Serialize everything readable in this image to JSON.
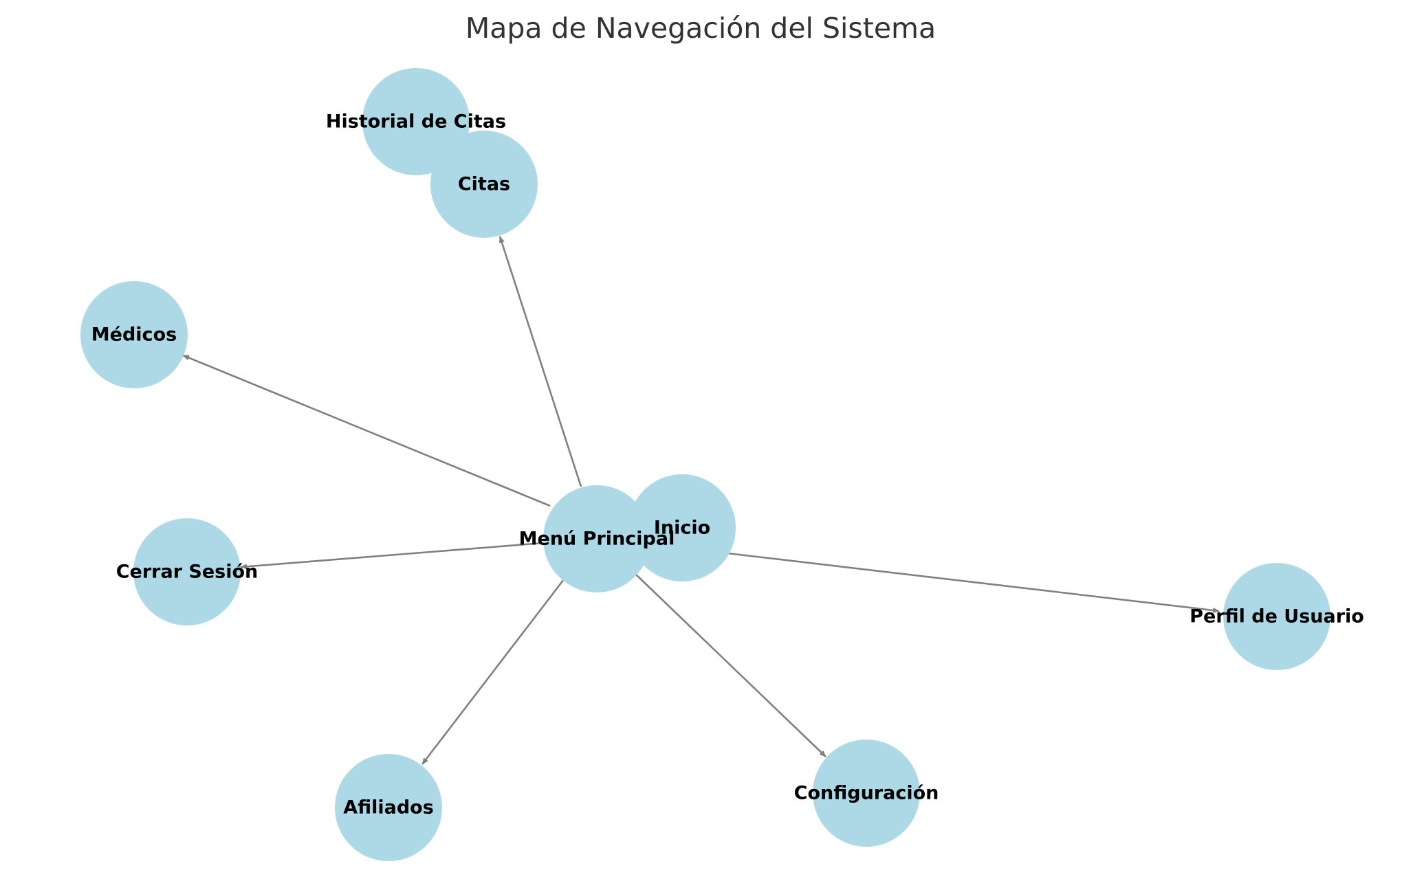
{
  "title": "Mapa de Navegación del Sistema",
  "colors": {
    "node_fill": "#add8e6",
    "edge": "#808080",
    "title": "#333333",
    "label": "#000000",
    "background": "#ffffff"
  },
  "nodes": {
    "historial": {
      "label": "Historial de Citas"
    },
    "citas": {
      "label": "Citas"
    },
    "medicos": {
      "label": "Médicos"
    },
    "inicio": {
      "label": "Inicio"
    },
    "menu": {
      "label": "Menú Principal"
    },
    "cerrar": {
      "label": "Cerrar Sesión"
    },
    "perfil": {
      "label": "Perfil de Usuario"
    },
    "afiliados": {
      "label": "Afiliados"
    },
    "config": {
      "label": "Configuración"
    }
  },
  "edges": [
    {
      "from": "menu",
      "to": "citas"
    },
    {
      "from": "menu",
      "to": "medicos"
    },
    {
      "from": "menu",
      "to": "cerrar"
    },
    {
      "from": "menu",
      "to": "afiliados"
    },
    {
      "from": "menu",
      "to": "config"
    },
    {
      "from": "inicio",
      "to": "perfil"
    }
  ]
}
